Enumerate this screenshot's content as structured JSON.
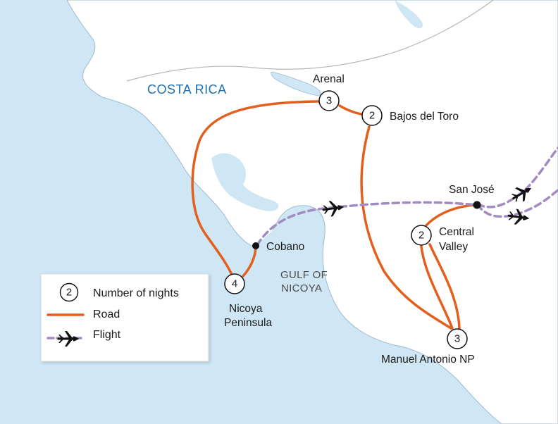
{
  "country": "COSTA RICA",
  "seas": {
    "gulf_line1": "GULF OF",
    "gulf_line2": "NICOYA"
  },
  "stops": {
    "arenal": {
      "label": "Arenal",
      "nights": "3"
    },
    "bajos": {
      "label": "Bajos del Toro",
      "nights": "2"
    },
    "nicoya": {
      "label_line1": "Nicoya",
      "label_line2": "Peninsula",
      "nights": "4"
    },
    "central": {
      "label_line1": "Central",
      "label_line2": "Valley",
      "nights": "2"
    },
    "manuel": {
      "label": "Manuel Antonio NP",
      "nights": "3"
    }
  },
  "cities": {
    "cobano": "Cobano",
    "sanjose": "San José"
  },
  "legend": {
    "nights_symbol": "2",
    "nights_label": "Number of nights",
    "road_label": "Road",
    "flight_label": "Flight"
  },
  "colors": {
    "sea": "#cfe7f4",
    "land": "#ffffff",
    "road": "#e35f1e",
    "flight": "#a28bc0",
    "country_label": "#1c6fb0"
  },
  "icons": {
    "flight": "airplane-icon"
  }
}
